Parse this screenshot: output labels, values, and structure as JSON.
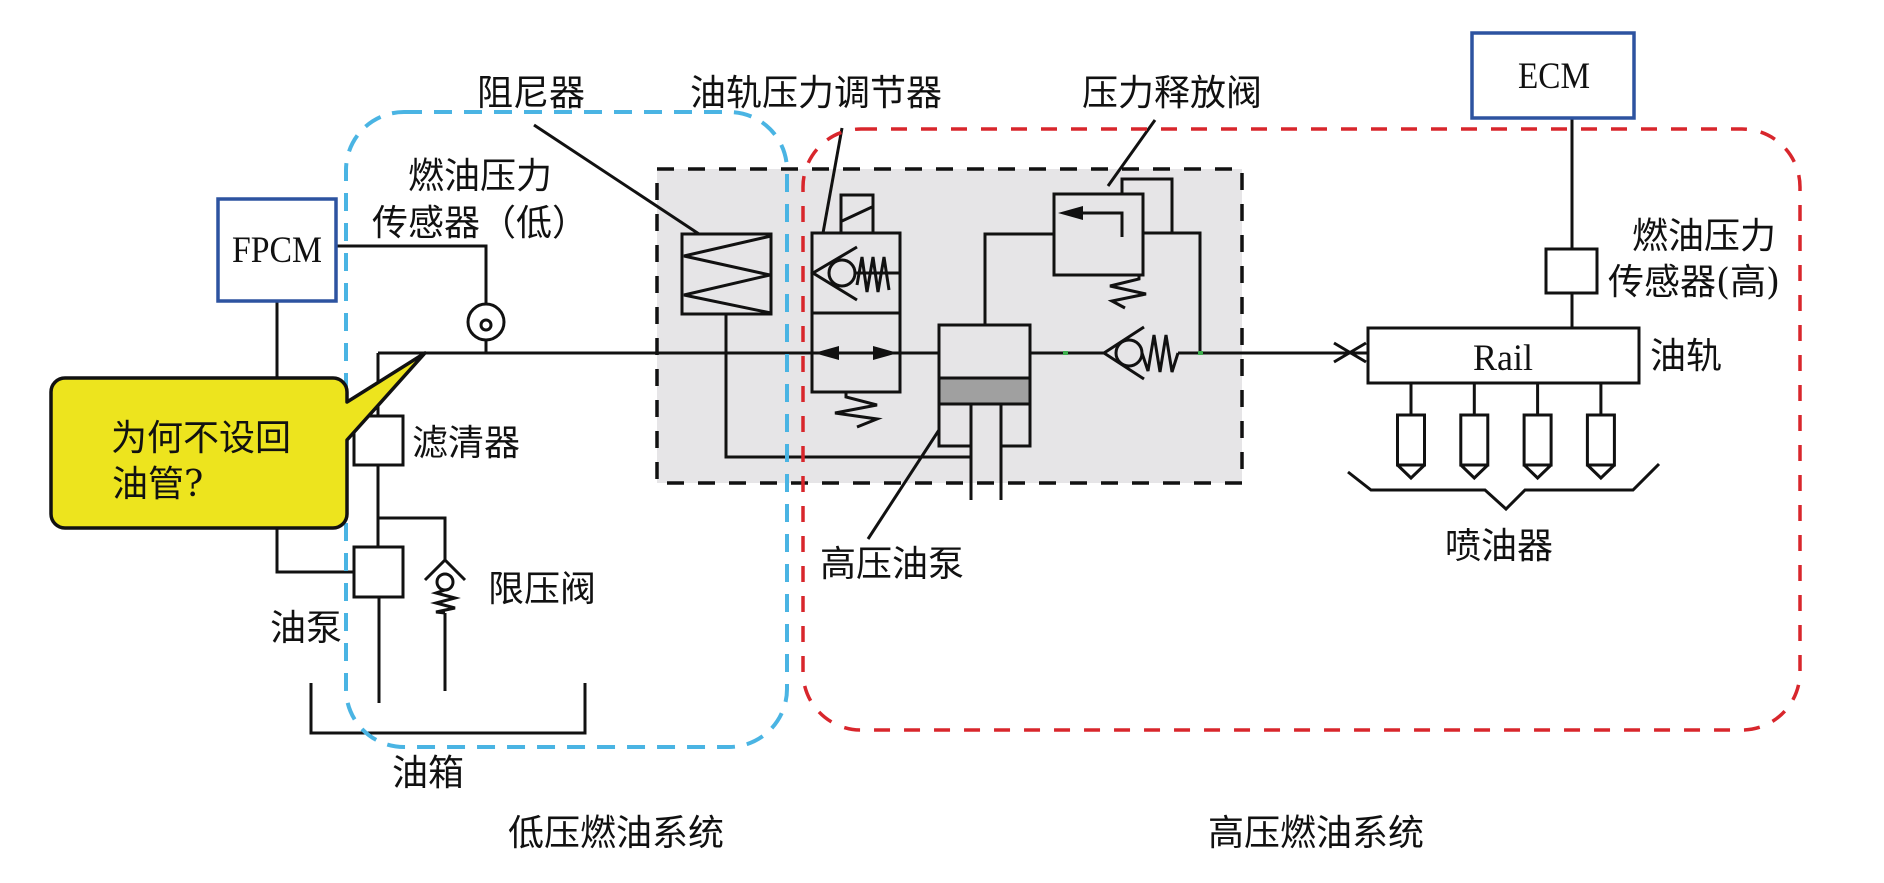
{
  "diagram": {
    "regions": {
      "low_pressure": {
        "label": "低压燃油系统"
      },
      "high_pressure": {
        "label": "高压燃油系统"
      }
    },
    "controllers": {
      "fpcm": {
        "label": "FPCM"
      },
      "ecm": {
        "label": "ECM"
      }
    },
    "components": {
      "damper": {
        "label": "阻尼器"
      },
      "rail_pressure_regulator": {
        "label": "油轨压力调节器"
      },
      "pressure_relief_valve": {
        "label": "压力释放阀"
      },
      "fuel_pressure_sensor_low": {
        "line1": "燃油压力",
        "line2": "传感器（低）"
      },
      "fuel_pressure_sensor_high": {
        "line1": "燃油压力",
        "line2": "传感器(高)"
      },
      "rail": {
        "label": "油轨",
        "box_text": "Rail"
      },
      "injectors": {
        "label": "喷油器",
        "count": 4
      },
      "filter": {
        "label": "滤清器"
      },
      "pressure_limiting_valve": {
        "label": "限压阀"
      },
      "fuel_pump": {
        "label": "油泵"
      },
      "fuel_tank": {
        "label": "油箱"
      },
      "high_pressure_pump": {
        "label": "高压油泵"
      }
    },
    "callout": {
      "line1": "为何不设回",
      "line2": "油管?"
    }
  },
  "colors": {
    "low_pressure_region": "#4ab4e3",
    "high_pressure_region": "#d8262c",
    "controller_border": "#2d53a0",
    "callout_fill": "#ede41e",
    "hp_module_fill": "#e6e5e7",
    "piston_fill": "#a0a0a0",
    "junction_mark": "#3fae4f"
  }
}
